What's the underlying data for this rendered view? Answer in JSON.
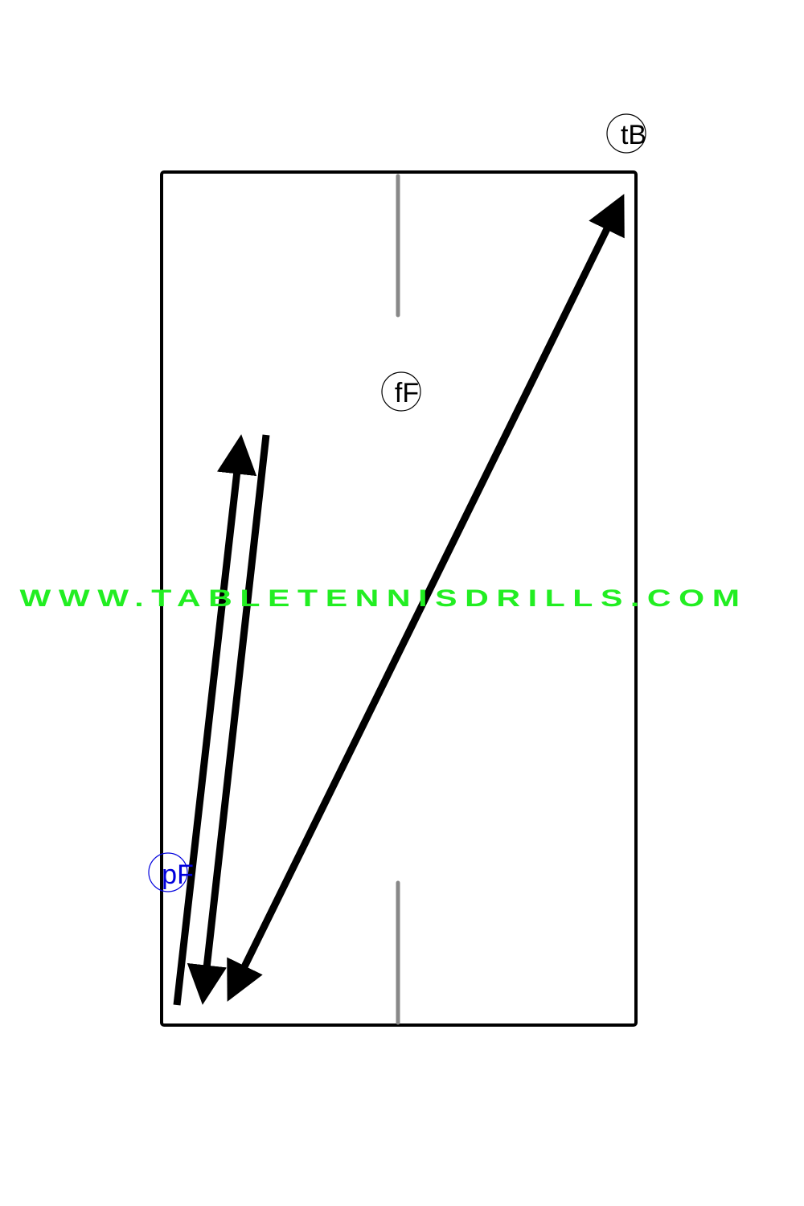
{
  "labels": {
    "top_backhand": "tB",
    "middle_forehand": "fF",
    "player_forehand": "pF"
  },
  "watermark": {
    "text": "WWW.TABLETENNISDRILLS.COM",
    "color": "#22ee22"
  },
  "colors": {
    "table_border": "#000000",
    "center_line": "#888888",
    "arrow": "#000000",
    "label_top": "#000000",
    "label_middle": "#000000",
    "label_player": "#0000dd"
  },
  "icons": {
    "arrow_head": "triangle-arrowhead",
    "label_marker": "circle-outline"
  }
}
